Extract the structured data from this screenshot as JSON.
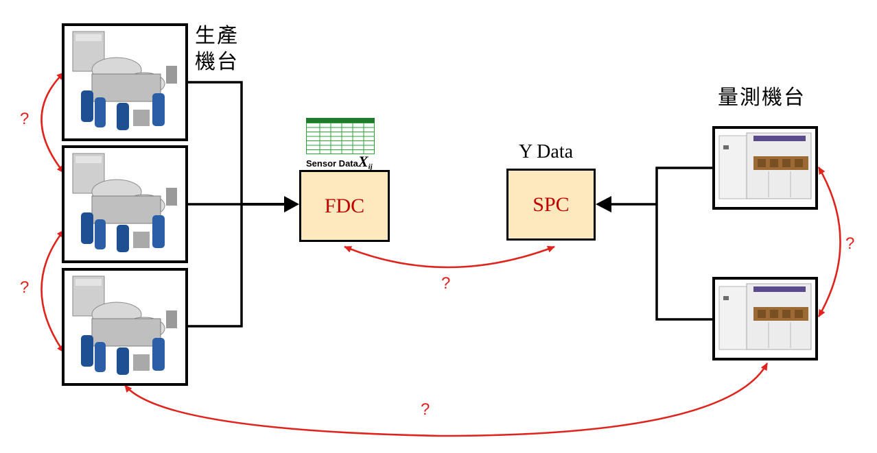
{
  "labels": {
    "production_tool": "生產\n機台",
    "production_tool_line1": "生產",
    "production_tool_line2": "機台",
    "metrology_tool": "量測機台",
    "y_data": "Y Data",
    "sensor_data": "Sensor Data",
    "sensor_symbol": "X",
    "sensor_subscript": "ij"
  },
  "boxes": {
    "fdc": "FDC",
    "spc": "SPC"
  },
  "question_marks": [
    "?",
    "?",
    "?",
    "?",
    "?"
  ],
  "colors": {
    "process_box_fill": "#fde9bd",
    "process_box_text": "#c00000",
    "arrow_red": "#e0231c",
    "table_header": "#1f7a2b",
    "table_grid": "#2aa33a"
  }
}
